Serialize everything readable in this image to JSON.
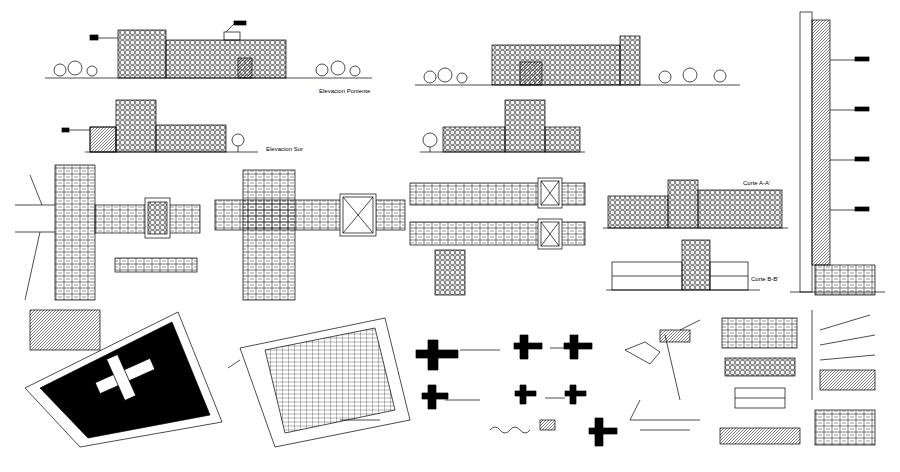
{
  "diagram": {
    "labels": [
      "Elevacion Poniente",
      "Elevacion Sur",
      "Corte A-A'",
      "Corte B-B'"
    ]
  }
}
